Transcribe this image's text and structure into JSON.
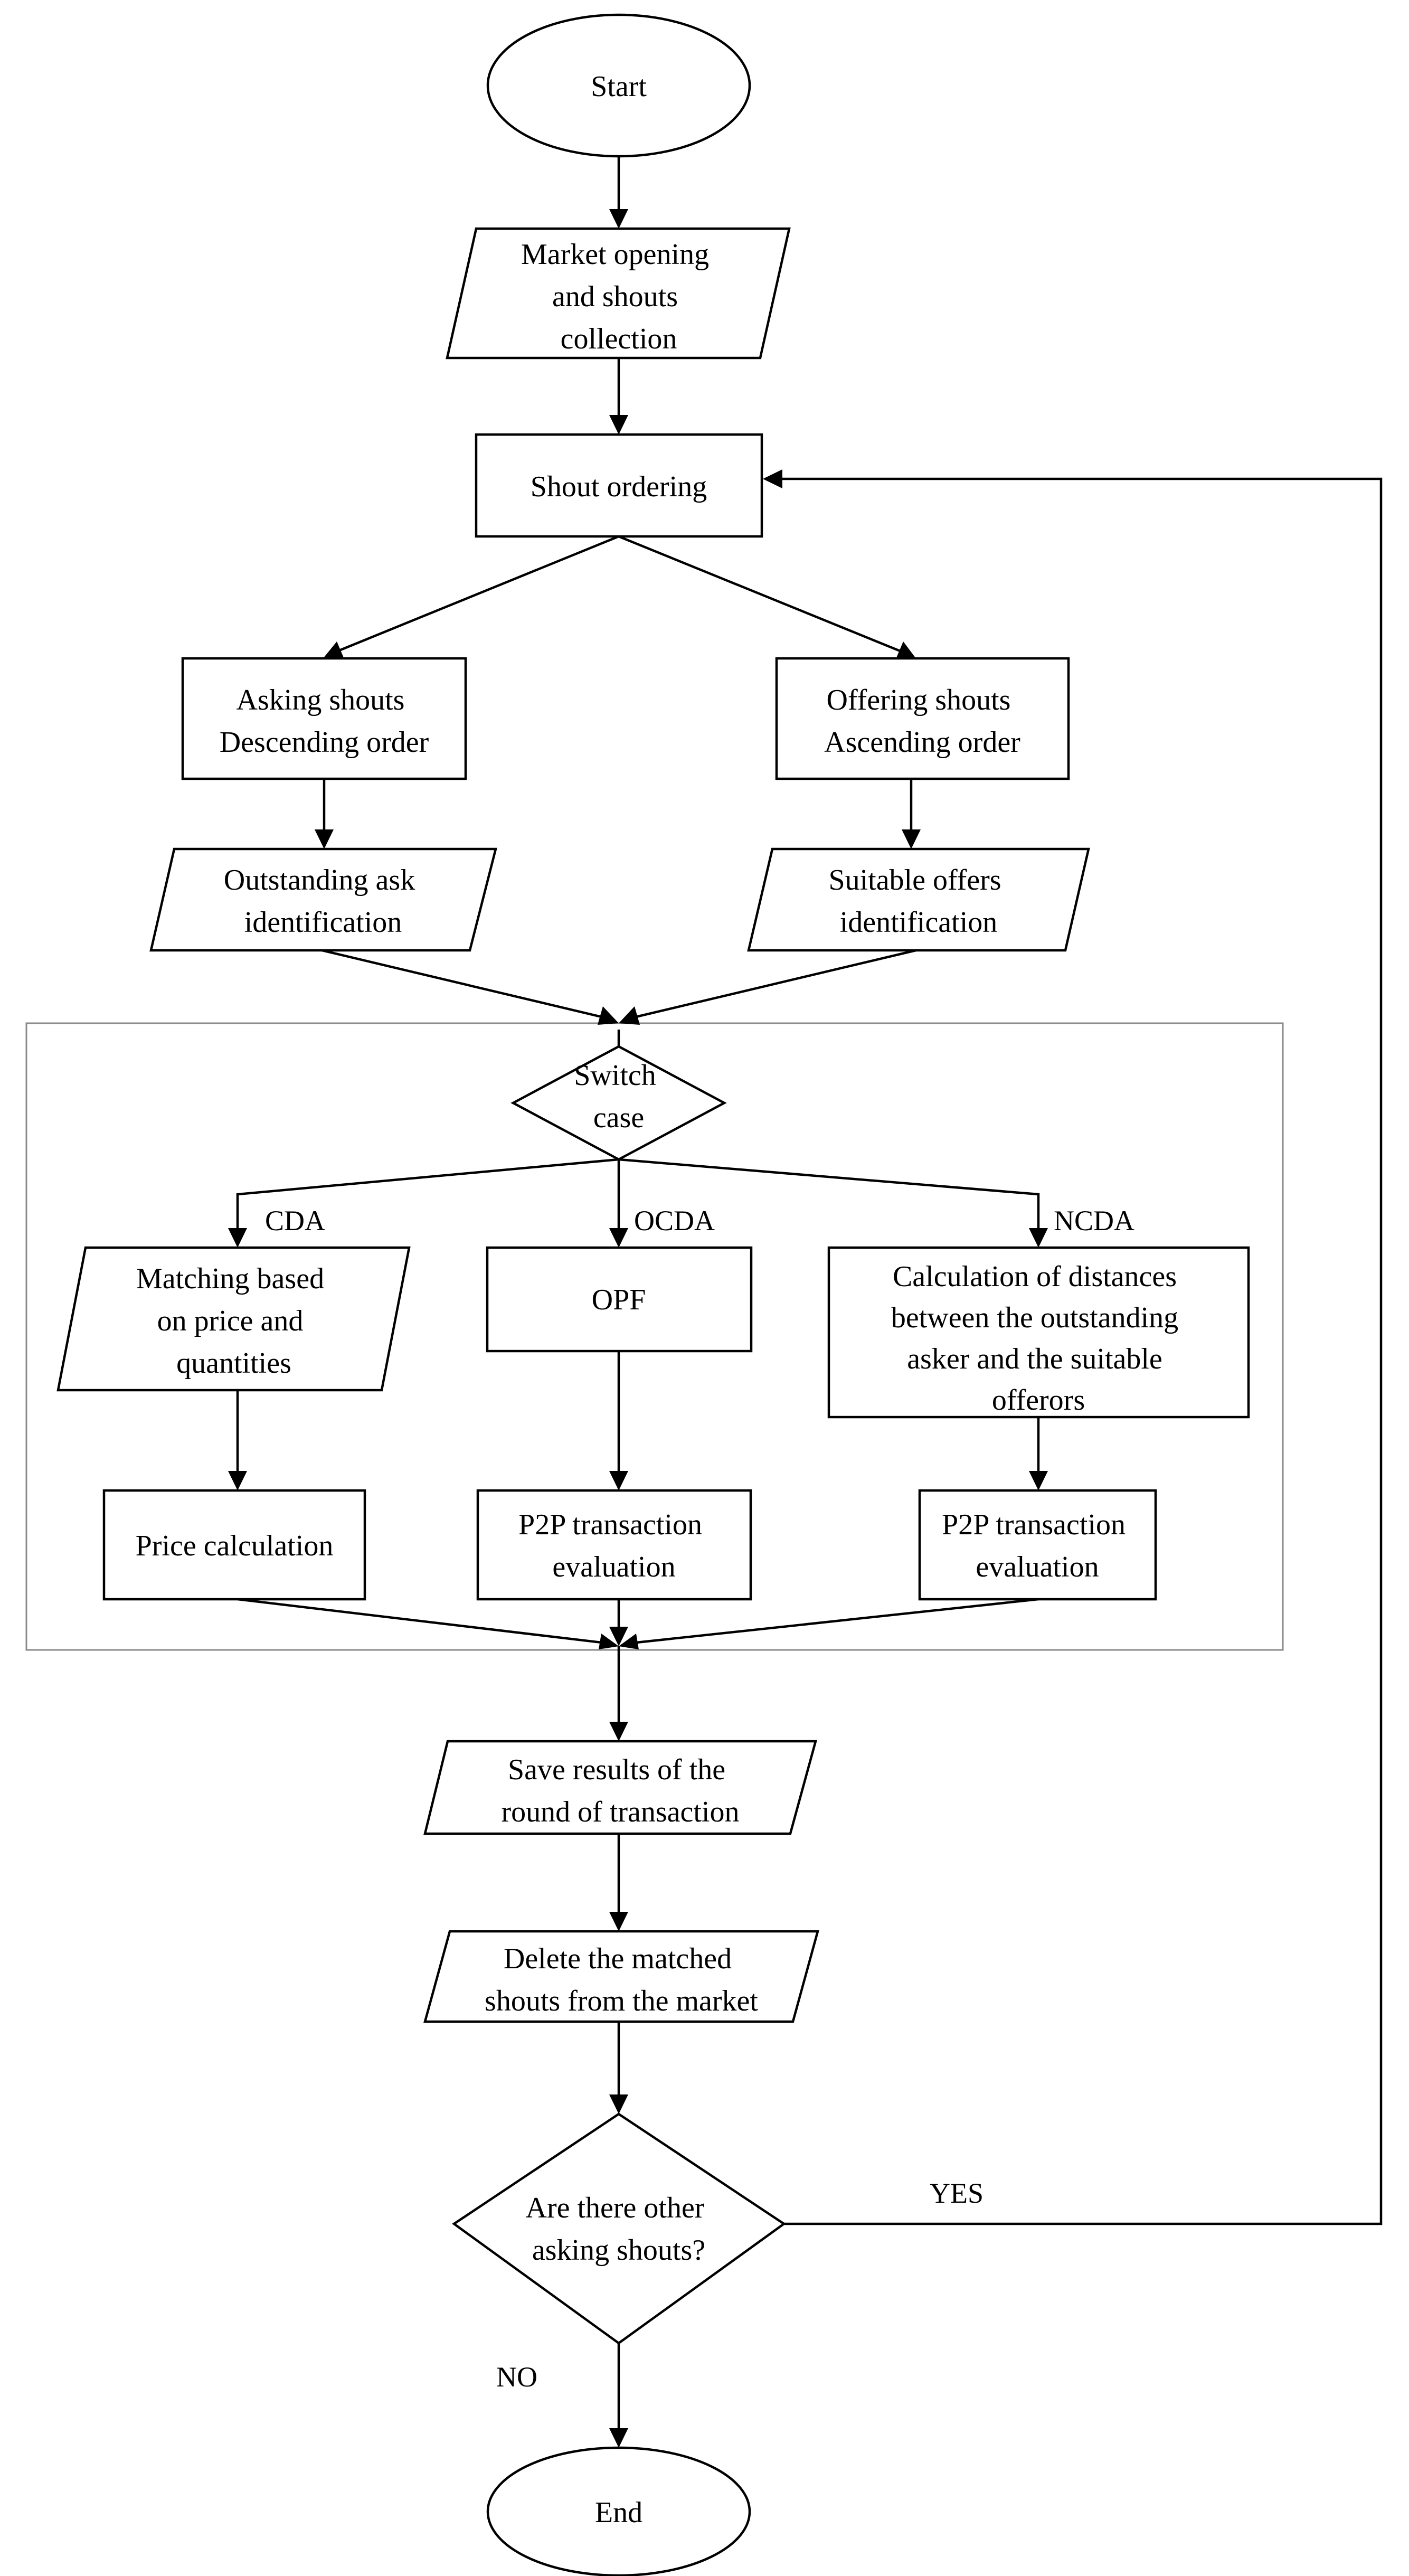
{
  "nodes": {
    "start": {
      "lines": [
        "Start"
      ]
    },
    "market_opening": {
      "lines": [
        "Market opening",
        "and shouts",
        "collection"
      ]
    },
    "shout_ordering": {
      "lines": [
        "Shout ordering"
      ]
    },
    "asking_shouts": {
      "lines": [
        "Asking shouts",
        "Descending order"
      ]
    },
    "offering_shouts": {
      "lines": [
        "Offering shouts",
        "Ascending order"
      ]
    },
    "outstanding_ask": {
      "lines": [
        "Outstanding ask",
        "identification"
      ]
    },
    "suitable_offers": {
      "lines": [
        "Suitable offers",
        "identification"
      ]
    },
    "switch_case": {
      "lines": [
        "Switch",
        "case"
      ]
    },
    "matching": {
      "lines": [
        "Matching based",
        "on price and",
        "quantities"
      ]
    },
    "opf": {
      "lines": [
        "OPF"
      ]
    },
    "distances": {
      "lines": [
        "Calculation of distances",
        "between the outstanding",
        "asker and the suitable",
        "offerors"
      ]
    },
    "price_calc": {
      "lines": [
        "Price calculation"
      ]
    },
    "p2p_ocda": {
      "lines": [
        "P2P transaction",
        "evaluation"
      ]
    },
    "p2p_ncda": {
      "lines": [
        "P2P transaction",
        "evaluation"
      ]
    },
    "save_results": {
      "lines": [
        "Save results of the",
        "round of transaction"
      ]
    },
    "delete_matched": {
      "lines": [
        "Delete the matched",
        "shouts from the market"
      ]
    },
    "other_asking": {
      "lines": [
        "Are there other",
        "asking shouts?"
      ]
    },
    "end": {
      "lines": [
        "End"
      ]
    }
  },
  "edge_labels": {
    "cda": "CDA",
    "ocda": "OCDA",
    "ncda": "NCDA",
    "yes": "YES",
    "no": "NO"
  }
}
